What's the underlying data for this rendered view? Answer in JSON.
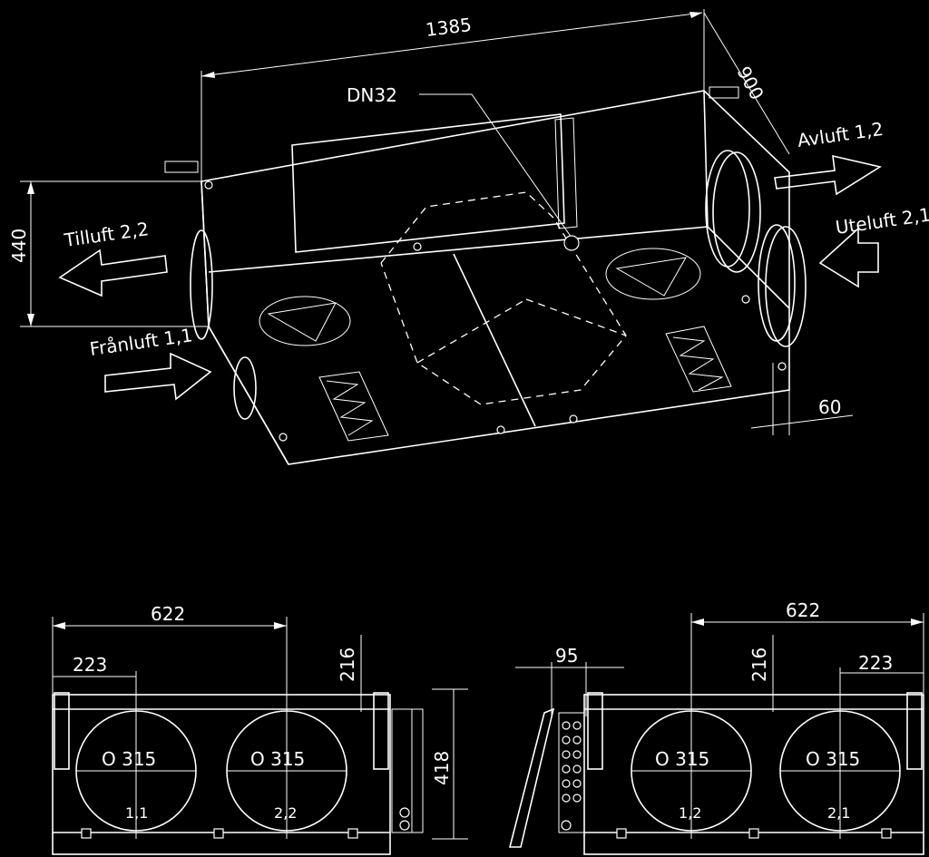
{
  "dimensions": {
    "length": "1385",
    "width": "900",
    "height": "440",
    "offset": "60",
    "front_width": "622",
    "front_offset": "223",
    "front_vertical": "216",
    "front_height": "418",
    "side_offset": "95"
  },
  "labels": {
    "pipe": "DN32",
    "avluft": "Avluft 1,2",
    "uteluft": "Uteluft 2,1",
    "tilluft": "Tilluft 2,2",
    "franluft": "Frånluft 1,1"
  },
  "ducts": {
    "diameter": "O 315",
    "left_a": "1,1",
    "left_b": "2,2",
    "right_a": "1,2",
    "right_b": "2,1"
  }
}
